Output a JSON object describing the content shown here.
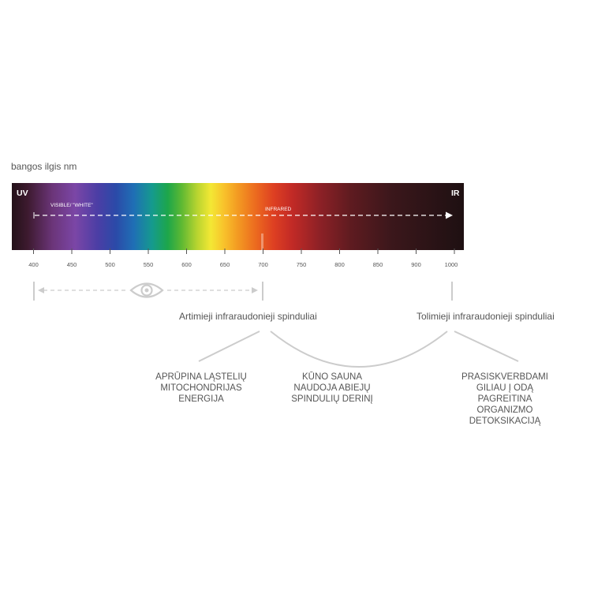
{
  "axis_label": "bangos ilgis nm",
  "spectrum": {
    "uv_label": "UV",
    "ir_label": "IR",
    "visible_label": "VISIBLE/ \"WHITE\"",
    "infrared_label": "INFRARED",
    "ticks": [
      "400",
      "450",
      "500",
      "550",
      "600",
      "650",
      "700",
      "750",
      "800",
      "850",
      "900",
      "1000"
    ]
  },
  "eye_icon": "eye-icon",
  "ranges": {
    "near": "Artimieji infraraudonieji spinduliai",
    "far": "Tolimieji infraraudonieji spinduliai"
  },
  "benefits": {
    "left": [
      "APRŪPINA LĄSTELIŲ",
      "MITOCHONDRIJAS",
      "ENERGIJA"
    ],
    "center": [
      "KŪNO SAUNA",
      "NAUDOJA ABIEJŲ",
      "SPINDULIŲ DERINĮ"
    ],
    "right": [
      "PRASISKVERBDAMI",
      "GILIAU Į ODĄ",
      "PAGREITINA",
      "ORGANIZMO",
      "DETOKSIKACIJĄ"
    ]
  },
  "colors": {
    "text": "#555555",
    "muted": "#cccccc",
    "white_on_dark": "#ffffff"
  }
}
